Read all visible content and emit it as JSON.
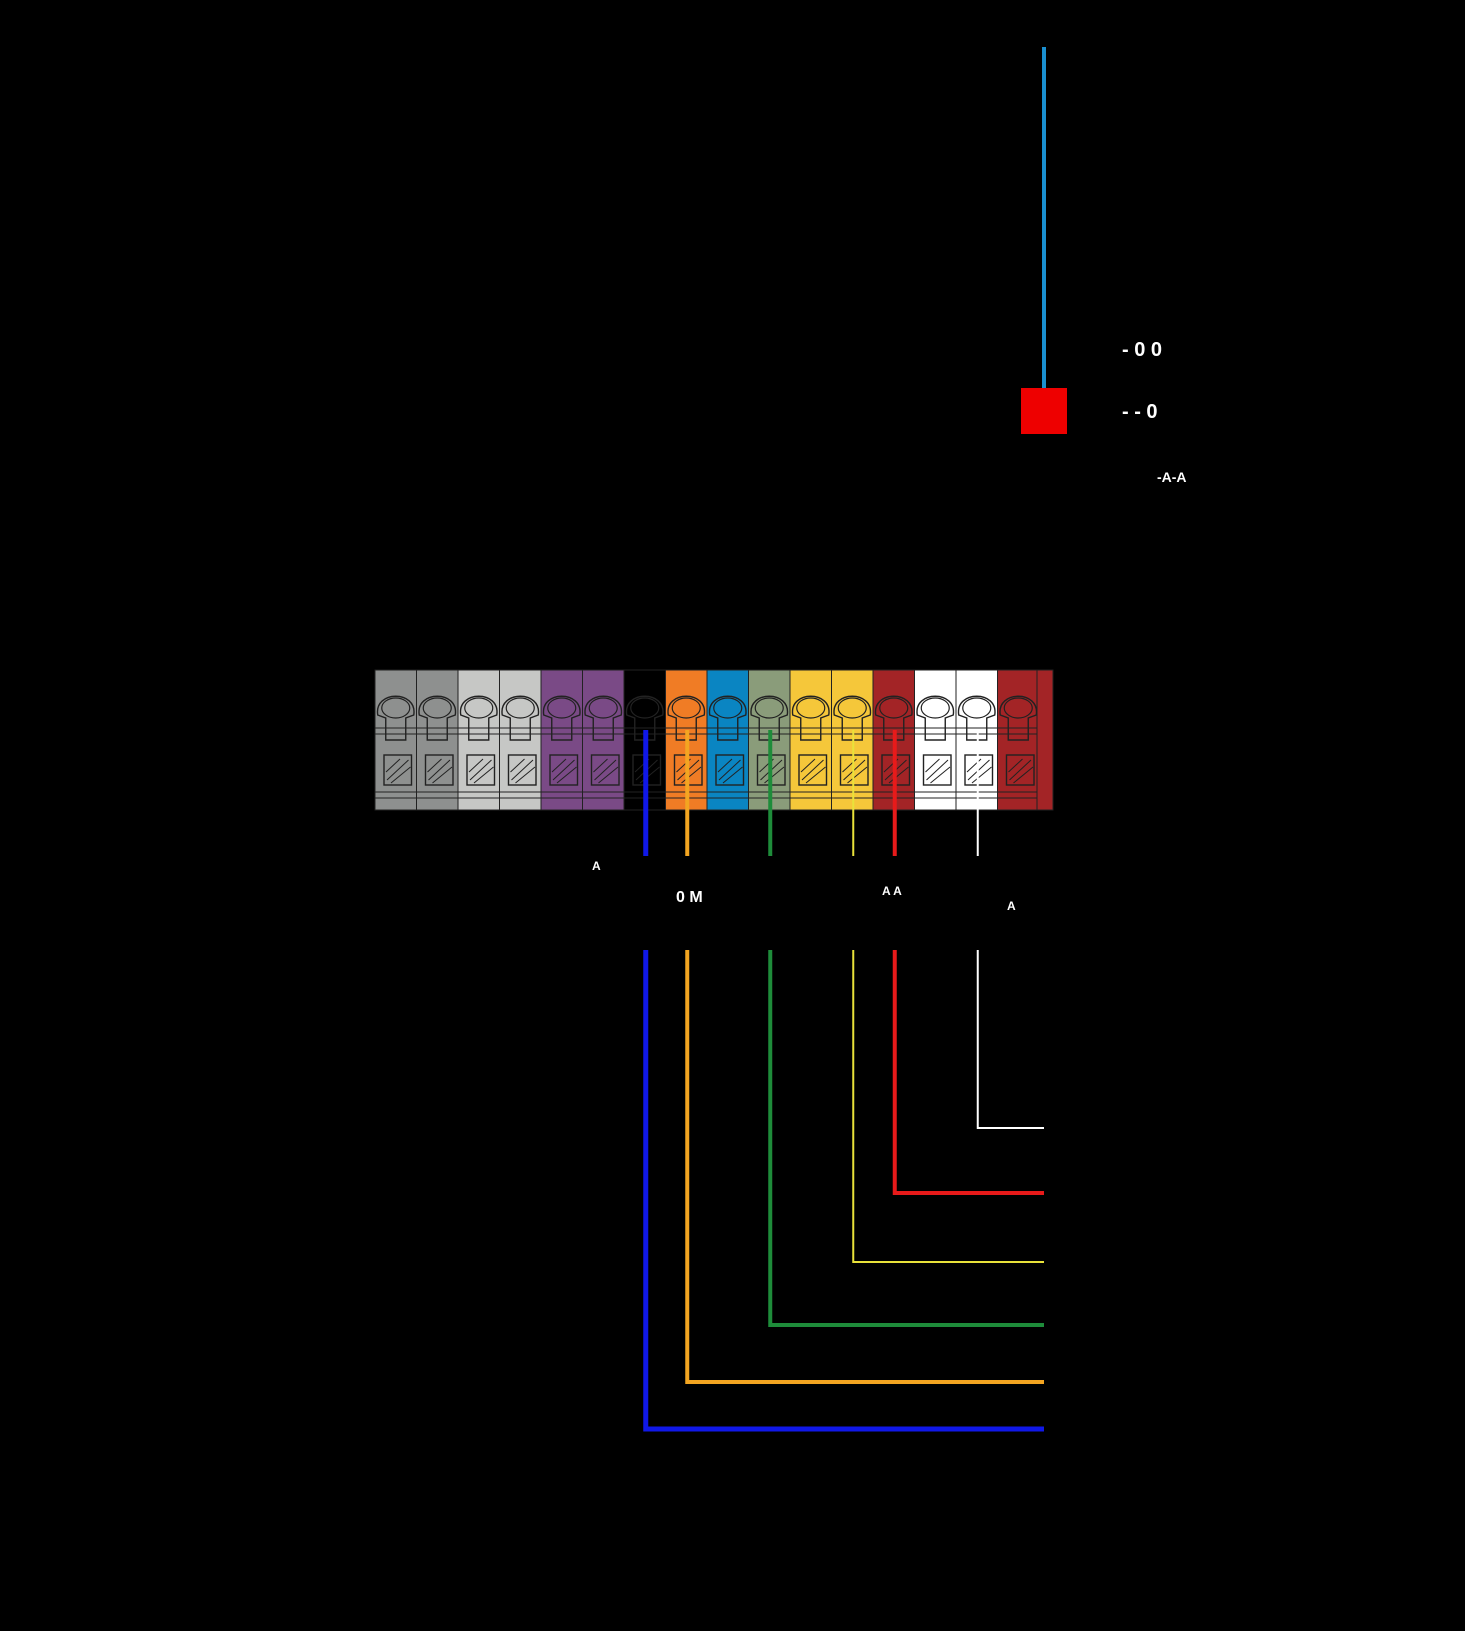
{
  "diagram": {
    "background": "#000000",
    "terminal_block": {
      "terminals": [
        {
          "color": "#8e908f"
        },
        {
          "color": "#8e908f"
        },
        {
          "color": "#c6c7c5"
        },
        {
          "color": "#c6c7c5"
        },
        {
          "color": "#7a4a86"
        },
        {
          "color": "#7a4a86"
        },
        {
          "color": "#000000"
        },
        {
          "color": "#f07c25"
        },
        {
          "color": "#0a85c2"
        },
        {
          "color": "#8a9c7a"
        },
        {
          "color": "#f5c73a"
        },
        {
          "color": "#f5c73a"
        },
        {
          "color": "#a32426"
        },
        {
          "color": "#ffffff"
        },
        {
          "color": "#ffffff"
        },
        {
          "color": "#a32426"
        }
      ]
    },
    "wires": [
      {
        "terminal_index": 6,
        "color": "#1018e8",
        "end_label": ""
      },
      {
        "terminal_index": 7,
        "color": "#f3a521",
        "end_label": ""
      },
      {
        "terminal_index": 9,
        "color": "#1e8c3a",
        "end_label": ""
      },
      {
        "terminal_index": 11,
        "color": "#e9e23a",
        "end_label": ""
      },
      {
        "terminal_index": 12,
        "color": "#e81a1a",
        "end_label": ""
      },
      {
        "terminal_index": 14,
        "color": "#ffffff",
        "end_label": ""
      }
    ],
    "top_wire": {
      "color": "#1a8fcf"
    },
    "device": {
      "color": "#ee0000"
    },
    "device_labels": [
      "- 0 0",
      "- - 0",
      "-A-A"
    ],
    "terminal_labels": [
      "A",
      "0 M",
      "A A",
      "A"
    ]
  }
}
